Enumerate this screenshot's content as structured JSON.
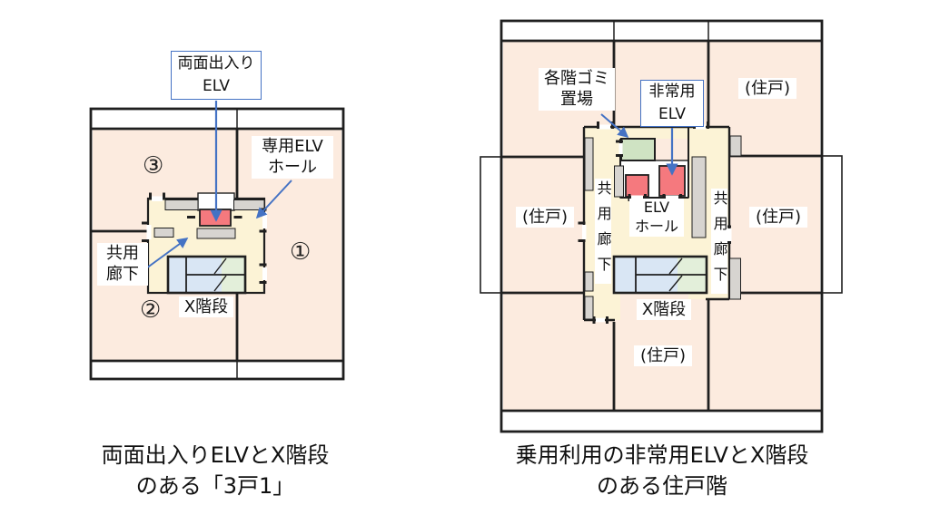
{
  "colors": {
    "wall": "#1f1f1f",
    "unit": "#fcebdf",
    "corridor": "#fcf3d6",
    "elevator": "#f5797e",
    "stair_blue": "#d9e6f4",
    "stair_green": "#e3efda",
    "garbage": "#cfe3c3",
    "gray": "#d7d4d0",
    "accent": "#4472c4",
    "text": "#111111"
  },
  "left_plan": {
    "elv_box_label": "両面出入り\nELV",
    "dedicated_hall_label": "専用ELV\nホール",
    "corridor_label": "共用\n廊下",
    "stair_label": "X階段",
    "unit_marker_1": "①",
    "unit_marker_2": "②",
    "unit_marker_3": "③",
    "caption": "両面出入りELVとX階段\nのある「3戸1」"
  },
  "right_plan": {
    "garbage_label": "各階ゴミ\n置場",
    "emergency_elv_box_label": "非常用\nELV",
    "elv_hall_label": "ELV\nホール",
    "corridor_label": "共用廊下",
    "stair_label": "X階段",
    "unit_label": "(住戸)",
    "caption": "乗用利用の非常用ELVとX階段\nのある住戸階"
  }
}
